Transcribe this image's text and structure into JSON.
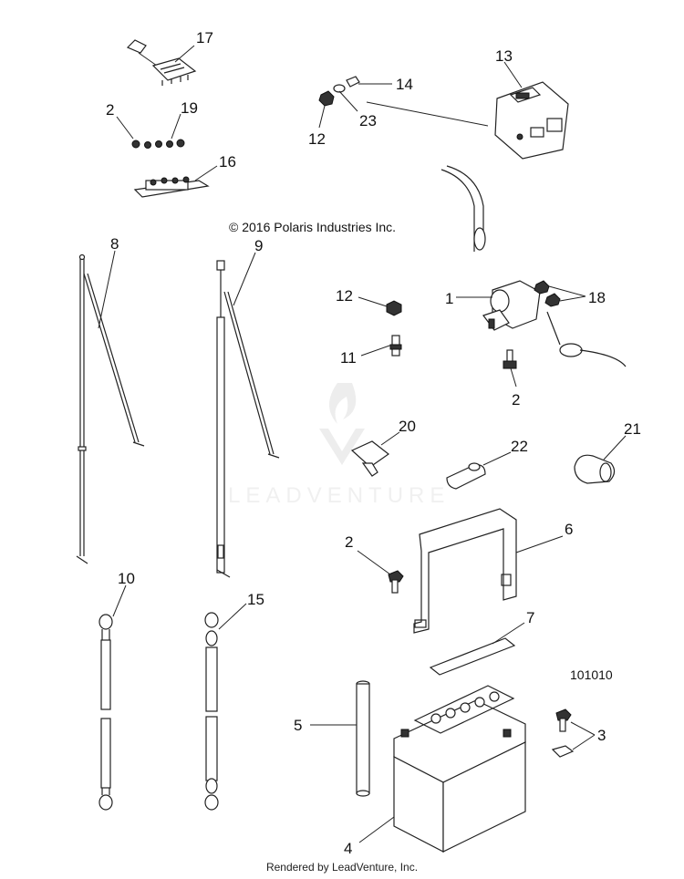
{
  "copyright": "© 2016 Polaris Industries Inc.",
  "reference_number": "101010",
  "watermark": "LEADVENTURE",
  "footer": "Rendered by LeadVenture, Inc.",
  "callouts": {
    "c1": "1",
    "c2a": "2",
    "c2b": "2",
    "c2c": "2",
    "c3": "3",
    "c4": "4",
    "c5": "5",
    "c6": "6",
    "c7": "7",
    "c8": "8",
    "c9": "9",
    "c10": "10",
    "c11": "11",
    "c12a": "12",
    "c12b": "12",
    "c13": "13",
    "c14": "14",
    "c15": "15",
    "c16": "16",
    "c17": "17",
    "c18": "18",
    "c19": "19",
    "c20": "20",
    "c21": "21",
    "c22": "22",
    "c23": "23"
  }
}
